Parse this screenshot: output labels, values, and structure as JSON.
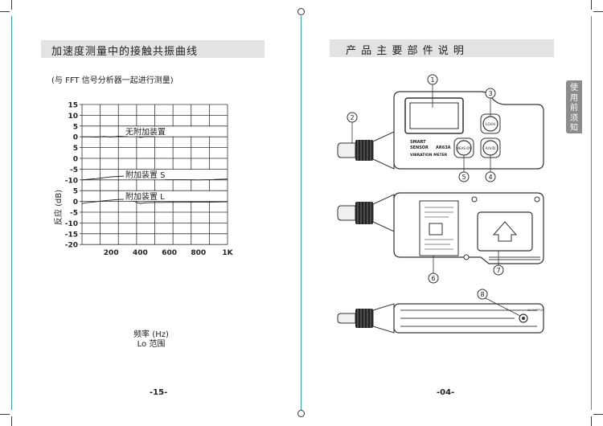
{
  "left_page": {
    "title": "加速度测量中的接触共振曲线",
    "subtitle": "(与 FFT 信号分析器一起进行测量)",
    "page_number": "-15-"
  },
  "right_page": {
    "title": "产 品 主 要 部 件 说 明",
    "page_number": "-04-",
    "side_tab": "使用前须知",
    "callouts": [
      "1",
      "2",
      "3",
      "4",
      "5",
      "6",
      "7",
      "8"
    ],
    "device_labels": {
      "smart": "SMART",
      "sensor": "SENSOR",
      "model": "AR63A",
      "vibration_meter": "VIBRATION METER",
      "lo_hi": "LO/Hi",
      "meas_on": "MEAS ON",
      "ac_output": "AC OUTPUT"
    }
  },
  "chart_data": {
    "type": "line",
    "xlabel": "频率 (Hz)",
    "xlabel2": "Lo 范围",
    "ylabel": "反应 (dB)",
    "x_ticks": [
      "200",
      "400",
      "600",
      "800",
      "1K"
    ],
    "y_ticks": [
      "15",
      "10",
      "5",
      "0",
      "5",
      "0",
      "-5",
      "-10",
      "5",
      "0",
      "-5",
      "-10",
      "-15",
      "-20"
    ],
    "panels": [
      {
        "name": "无附加装置",
        "x": [
          0,
          50,
          100,
          150,
          200,
          250,
          300,
          350,
          400,
          450,
          500
        ],
        "y": [
          0,
          0,
          -0.2,
          0.2,
          -0.1,
          0.3,
          0.1,
          0.8,
          -0.3,
          0.2,
          0
        ]
      },
      {
        "name": "附加装置 S",
        "x": [
          0,
          50,
          100,
          150,
          200,
          250,
          300,
          350,
          400,
          450,
          500,
          600,
          700,
          800,
          900,
          1000
        ],
        "y": [
          0,
          0.3,
          0.6,
          1.0,
          1.4,
          1.6,
          1.8,
          2.0,
          1.4,
          0.9,
          0.6,
          0.3,
          0.1,
          0,
          0.2,
          0.4
        ]
      },
      {
        "name": "附加装置 L",
        "x": [
          0,
          30,
          60,
          100,
          150,
          200,
          250,
          300,
          350,
          380,
          400,
          450,
          500,
          600,
          700,
          800,
          900,
          1000
        ],
        "y": [
          -1.0,
          -0.6,
          -0.4,
          -0.1,
          0.3,
          0.6,
          0.9,
          1.0,
          0.4,
          -0.6,
          -0.9,
          -0.6,
          -0.5,
          -0.4,
          -0.4,
          -0.3,
          -0.3,
          -0.2
        ]
      }
    ],
    "xlim": [
      0,
      1000
    ],
    "grid": true
  },
  "colors": {
    "header_bar": "#e3e3e3",
    "fold_line": "#3aa0a8",
    "side_tab": "#8c8c8c"
  }
}
